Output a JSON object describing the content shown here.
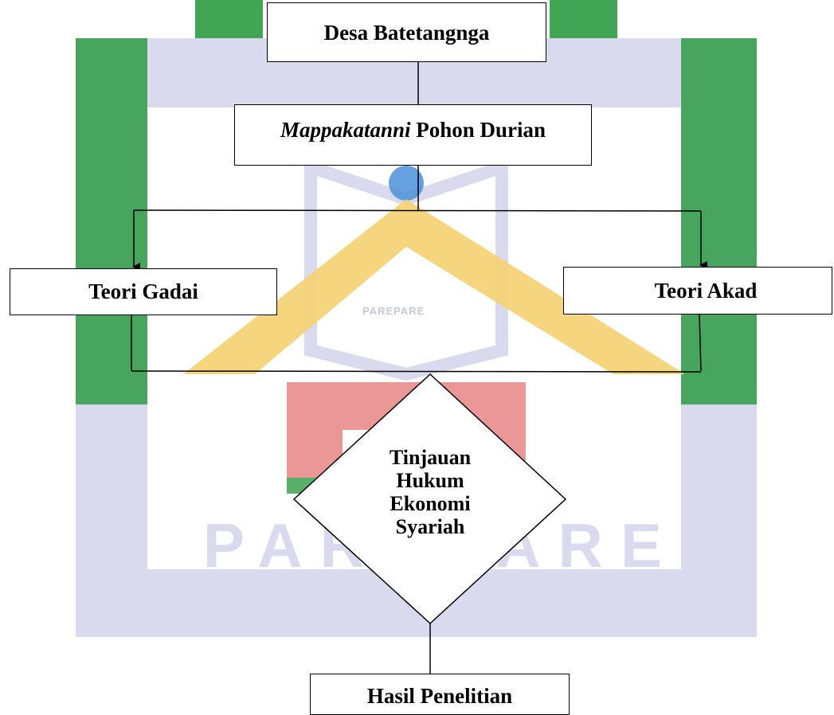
{
  "watermark": {
    "text": "PAREPARE",
    "small_text": "PAREPARE",
    "colors": {
      "green": "#2e9b43",
      "lavender": "#dadaee",
      "gold": "#f4d070",
      "red": "#e88585"
    }
  },
  "nodes": {
    "desa": "Desa Batetangnga",
    "mappa_italic": "Mappakatanni",
    "mappa_rest": "Pohon Durian",
    "gadai": "Teori Gadai",
    "akad": "Teori Akad",
    "tinjauan": [
      "Tinjauan",
      "Hukum",
      "Ekonomi",
      "Syariah"
    ],
    "hasil": "Hasil Penelitian"
  }
}
